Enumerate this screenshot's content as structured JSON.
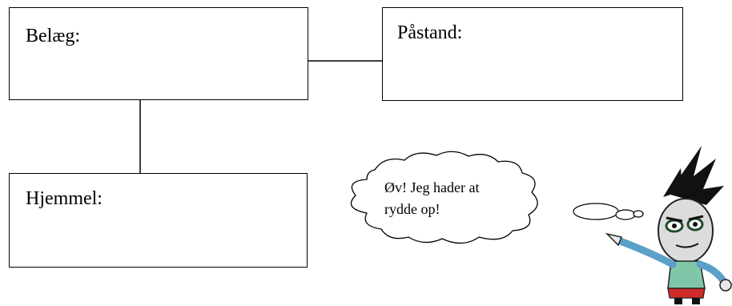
{
  "diagram": {
    "boxes": {
      "belaeg": {
        "label": "Belæg:"
      },
      "paastand": {
        "label": "Påstand:"
      },
      "hjemmel": {
        "label": "Hjemmel:"
      }
    },
    "speech_bubble": {
      "line1": "Øv! Jeg hader at",
      "line2": "rydde op!"
    },
    "character": {
      "icon": "punk-cartoon-character-icon"
    }
  }
}
